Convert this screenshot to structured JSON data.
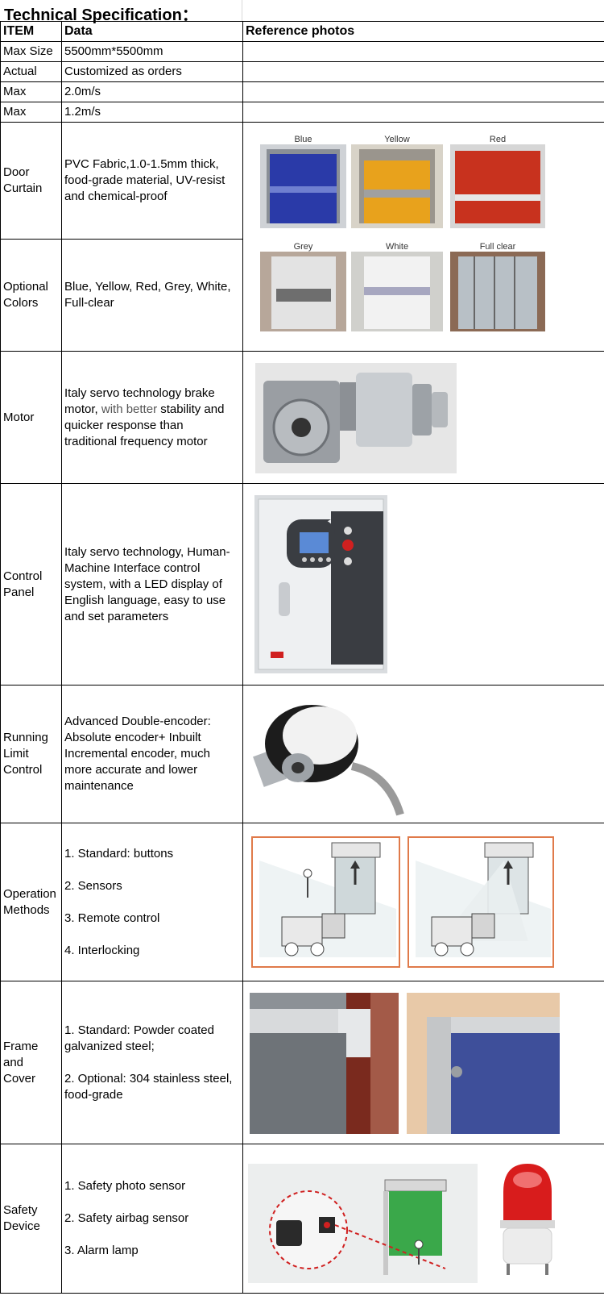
{
  "title": "Technical Specification：",
  "headers": {
    "item": "ITEM",
    "data": "Data",
    "photos": "Reference photos"
  },
  "rows": {
    "max_size": {
      "item": "Max Size",
      "data": "5500mm*5500mm"
    },
    "actual": {
      "item": "Actual",
      "data": "Customized as orders"
    },
    "max_open": {
      "item": "Max",
      "data": "2.0m/s"
    },
    "max_close": {
      "item": "Max",
      "data": "1.2m/s"
    },
    "door_curtain": {
      "item_l1": "Door",
      "item_l2": "Curtain",
      "d1": "PVC Fabric,1.0-1.5mm thick,",
      "d2": "food-grade material, UV-resist",
      "d3": "and chemical-proof"
    },
    "optional_colors": {
      "item_l1": "Optional",
      "item_l2": "Colors",
      "d1": "Blue, Yellow, Red, Grey, White,",
      "d2": "Full-clear"
    },
    "motor": {
      "item": "Motor",
      "d1": "Italy servo technology brake",
      "d2a": "motor, ",
      "d2b": "with better",
      "d2c": " stability and",
      "d3": "quicker response than",
      "d4": "traditional frequency motor"
    },
    "control_panel": {
      "item_l1": "Control",
      "item_l2": "Panel",
      "d1": "Italy servo technology, Human-",
      "d2": "Machine Interface control",
      "d3": "system, with a LED display of",
      "d4": "English language, easy to use",
      "d5": "and set parameters"
    },
    "running_limit": {
      "item_l1": "Running",
      "item_l2": "Limit",
      "item_l3": "Control",
      "d1": "Advanced Double-encoder:",
      "d2": "Absolute encoder+ Inbuilt",
      "d3": "Incremental encoder, much",
      "d4": "more accurate and lower",
      "d5": "maintenance"
    },
    "operation": {
      "item_l1": "Operation",
      "item_l2": "Methods",
      "d1": "1. Standard: buttons",
      "d2": "2. Sensors",
      "d3": "3. Remote control",
      "d4": "4. Interlocking"
    },
    "frame": {
      "item_l1": "Frame",
      "item_l2": "and Cover",
      "d1": "1. Standard: Powder coated",
      "d2": "galvanized steel;",
      "d3": "2. Optional: 304 stainless steel,",
      "d4": "food-grade"
    },
    "safety": {
      "item_l1": "Safety",
      "item_l2": "Device",
      "d1": "1. Safety photo sensor",
      "d2": "2. Safety airbag sensor",
      "d3": "3. Alarm lamp"
    }
  },
  "curtain_photos": [
    "Blue",
    "Yellow",
    "Red",
    "Grey",
    "White",
    "Full clear"
  ],
  "colors": {
    "blue": "#2a3aa8",
    "yellow": "#e8a21c",
    "red": "#c8321e",
    "orange_frame": "#e07a4a"
  }
}
